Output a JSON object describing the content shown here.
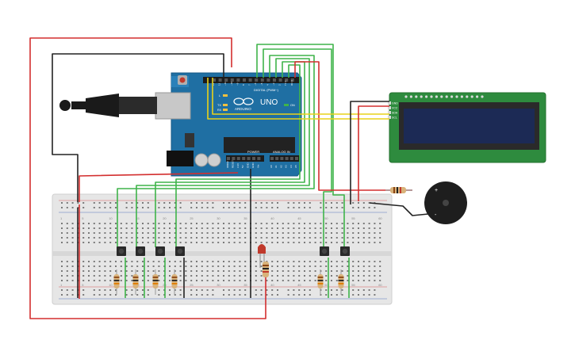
{
  "arduino": {
    "model": "UNO",
    "brand": "ARDUINO",
    "digital_label": "DIGITAL (PWM~)",
    "analog_label": "ANALOG IN",
    "power_label": "POWER",
    "aref": "AREF",
    "gnd": "GND",
    "tx": "TX",
    "rx": "RX",
    "l": "L",
    "on": "ON",
    "digital_pins": [
      "13",
      "12",
      "~11",
      "~10",
      "~9",
      "8",
      "7",
      "~6",
      "~5",
      "4",
      "~3",
      "2",
      "TX 1",
      "RX 0"
    ],
    "power_pins": [
      "IOREF",
      "RESET",
      "3.3V",
      "5V",
      "GND",
      "GND",
      "Vin"
    ],
    "analog_pins": [
      "A0",
      "A1",
      "A2",
      "A3",
      "A4",
      "A5"
    ]
  },
  "lcd": {
    "pins": [
      "GND",
      "VCC",
      "SDA",
      "SCL"
    ]
  },
  "buzzer": {
    "plus": "+",
    "minus": "-"
  },
  "breadboard": {
    "column_labels": [
      "1",
      "5",
      "10",
      "15",
      "20",
      "25",
      "30",
      "35",
      "40",
      "45",
      "50",
      "55",
      "60"
    ]
  },
  "colors": {
    "board": "#1f6fa3",
    "breadboard": "#e6e6e6",
    "lcd_pcb": "#2e8b3e",
    "lcd_screen": "#1c2a55",
    "wire_red": "#d32f2f",
    "wire_black": "#222222",
    "wire_green": "#3fb44a",
    "wire_yellow": "#e8d21a",
    "led": "#c0392b",
    "buzzer": "#1e1e1e"
  }
}
